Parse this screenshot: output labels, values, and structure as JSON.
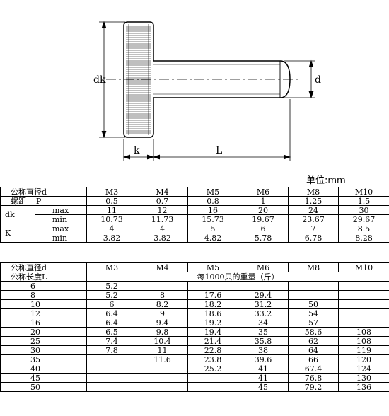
{
  "diagram": {
    "labels": {
      "head_diameter": "dk",
      "thread_diameter": "d",
      "head_height": "k",
      "length": "L"
    }
  },
  "unit_label": "单位:mm",
  "table1": {
    "header": {
      "label": "公称直径d",
      "sizes": [
        "M3",
        "M4",
        "M5",
        "M6",
        "M8",
        "M10"
      ]
    },
    "pitch": {
      "label": "螺距",
      "symbol": "P",
      "values": [
        "0.5",
        "0.7",
        "0.8",
        "1",
        "1.25",
        "1.5"
      ]
    },
    "dk": {
      "label": "dk",
      "max": {
        "label": "max",
        "values": [
          "11",
          "12",
          "16",
          "20",
          "24",
          "30"
        ]
      },
      "min": {
        "label": "min",
        "values": [
          "10.73",
          "11.73",
          "15.73",
          "19.67",
          "23.67",
          "29.67"
        ]
      }
    },
    "k": {
      "label": "K",
      "max": {
        "label": "max",
        "values": [
          "4",
          "4",
          "5",
          "6",
          "7",
          "8.5"
        ]
      },
      "min": {
        "label": "min",
        "values": [
          "3.82",
          "3.82",
          "4.82",
          "5.78",
          "6.78",
          "8.28"
        ]
      }
    }
  },
  "table2": {
    "header": {
      "label": "公称直径d",
      "sizes": [
        "M3",
        "M4",
        "M5",
        "M6",
        "M8",
        "M10"
      ]
    },
    "subheader": {
      "label": "公称长度L",
      "caption": "每1000只的重量（斤）"
    },
    "rows": [
      {
        "L": "6",
        "values": [
          "5.2",
          "",
          "",
          "",
          "",
          ""
        ]
      },
      {
        "L": "8",
        "values": [
          "5.2",
          "8",
          "17.6",
          "29.4",
          "",
          ""
        ]
      },
      {
        "L": "10",
        "values": [
          "6",
          "8.2",
          "18.2",
          "31.2",
          "50",
          ""
        ]
      },
      {
        "L": "12",
        "values": [
          "6.4",
          "9",
          "18.6",
          "33.2",
          "54",
          ""
        ]
      },
      {
        "L": "16",
        "values": [
          "6.4",
          "9.4",
          "19.2",
          "34",
          "57",
          ""
        ]
      },
      {
        "L": "20",
        "values": [
          "6.5",
          "9.8",
          "19.4",
          "35",
          "58.6",
          "108"
        ]
      },
      {
        "L": "25",
        "values": [
          "7.4",
          "10.4",
          "21.4",
          "35.8",
          "62",
          "108"
        ]
      },
      {
        "L": "30",
        "values": [
          "7.8",
          "11",
          "22.8",
          "38",
          "64",
          "119"
        ]
      },
      {
        "L": "35",
        "values": [
          "",
          "11.6",
          "23.8",
          "39.6",
          "66",
          "120"
        ]
      },
      {
        "L": "40",
        "values": [
          "",
          "",
          "25.2",
          "41",
          "67.4",
          "124"
        ]
      },
      {
        "L": "45",
        "values": [
          "",
          "",
          "",
          "41",
          "76.8",
          "130"
        ]
      },
      {
        "L": "50",
        "values": [
          "",
          "",
          "",
          "45",
          "79.2",
          "136"
        ]
      }
    ]
  }
}
